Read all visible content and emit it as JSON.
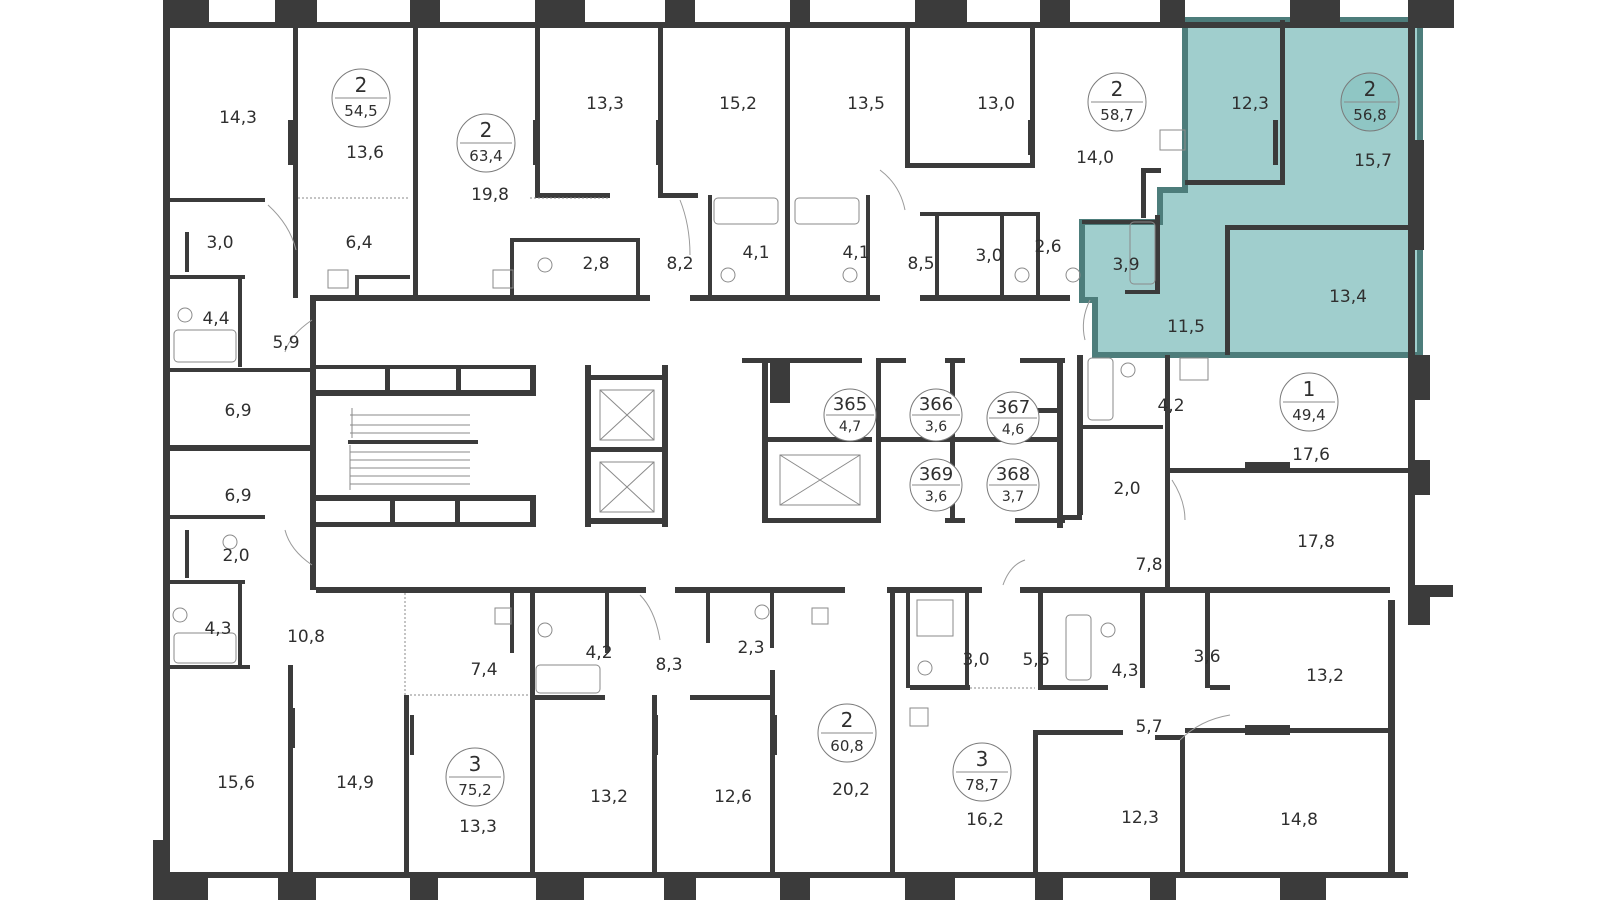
{
  "highlight_color": "#8fc6c4",
  "wall_color": "#3b3b3b",
  "rooms": [
    {
      "id": "r1",
      "text": "14,3"
    },
    {
      "id": "r2",
      "text": "13,6"
    },
    {
      "id": "r3",
      "text": "19,8"
    },
    {
      "id": "r4",
      "text": "13,3"
    },
    {
      "id": "r5",
      "text": "15,2"
    },
    {
      "id": "r6",
      "text": "13,5"
    },
    {
      "id": "r7",
      "text": "13,0"
    },
    {
      "id": "r8",
      "text": "14,0"
    },
    {
      "id": "r9",
      "text": "12,3"
    },
    {
      "id": "r10",
      "text": "15,7"
    },
    {
      "id": "r11",
      "text": "3,0"
    },
    {
      "id": "r12",
      "text": "6,4"
    },
    {
      "id": "r13",
      "text": "2,8"
    },
    {
      "id": "r14",
      "text": "8,2"
    },
    {
      "id": "r15",
      "text": "4,1"
    },
    {
      "id": "r16",
      "text": "4,1"
    },
    {
      "id": "r17",
      "text": "8,5"
    },
    {
      "id": "r18",
      "text": "3,0"
    },
    {
      "id": "r19",
      "text": "2,6"
    },
    {
      "id": "r20",
      "text": "3,9"
    },
    {
      "id": "r21",
      "text": "13,4"
    },
    {
      "id": "r22",
      "text": "11,5"
    },
    {
      "id": "r23",
      "text": "4,4"
    },
    {
      "id": "r24",
      "text": "5,9"
    },
    {
      "id": "r25",
      "text": "6,9"
    },
    {
      "id": "r26",
      "text": "4,2"
    },
    {
      "id": "r27",
      "text": "17,6"
    },
    {
      "id": "r28",
      "text": "6,9"
    },
    {
      "id": "r29",
      "text": "2,0"
    },
    {
      "id": "r30",
      "text": "17,8"
    },
    {
      "id": "r31",
      "text": "2,0"
    },
    {
      "id": "r32",
      "text": "7,8"
    },
    {
      "id": "r33",
      "text": "4,3"
    },
    {
      "id": "r34",
      "text": "10,8"
    },
    {
      "id": "r35",
      "text": "7,4"
    },
    {
      "id": "r36",
      "text": "4,2"
    },
    {
      "id": "r37",
      "text": "8,3"
    },
    {
      "id": "r38",
      "text": "2,3"
    },
    {
      "id": "r39",
      "text": "3,0"
    },
    {
      "id": "r40",
      "text": "5,6"
    },
    {
      "id": "r41",
      "text": "4,3"
    },
    {
      "id": "r42",
      "text": "3,6"
    },
    {
      "id": "r43",
      "text": "13,2"
    },
    {
      "id": "r44",
      "text": "5,7"
    },
    {
      "id": "r45",
      "text": "15,6"
    },
    {
      "id": "r46",
      "text": "14,9"
    },
    {
      "id": "r47",
      "text": "13,3"
    },
    {
      "id": "r48",
      "text": "13,2"
    },
    {
      "id": "r49",
      "text": "12,6"
    },
    {
      "id": "r50",
      "text": "20,2"
    },
    {
      "id": "r51",
      "text": "16,2"
    },
    {
      "id": "r52",
      "text": "12,3"
    },
    {
      "id": "r53",
      "text": "14,8"
    }
  ],
  "apartments": [
    {
      "rooms": "2",
      "total": "54,5"
    },
    {
      "rooms": "2",
      "total": "63,4"
    },
    {
      "rooms": "2",
      "total": "58,7"
    },
    {
      "rooms": "2",
      "total": "56,8"
    },
    {
      "rooms": "1",
      "total": "49,4"
    },
    {
      "rooms": "3",
      "total": "75,2"
    },
    {
      "rooms": "2",
      "total": "60,8"
    },
    {
      "rooms": "3",
      "total": "78,7"
    }
  ],
  "storage": [
    {
      "number": "365",
      "area": "4,7"
    },
    {
      "number": "366",
      "area": "3,6"
    },
    {
      "number": "367",
      "area": "4,6"
    },
    {
      "number": "369",
      "area": "3,6"
    },
    {
      "number": "368",
      "area": "3,7"
    }
  ]
}
